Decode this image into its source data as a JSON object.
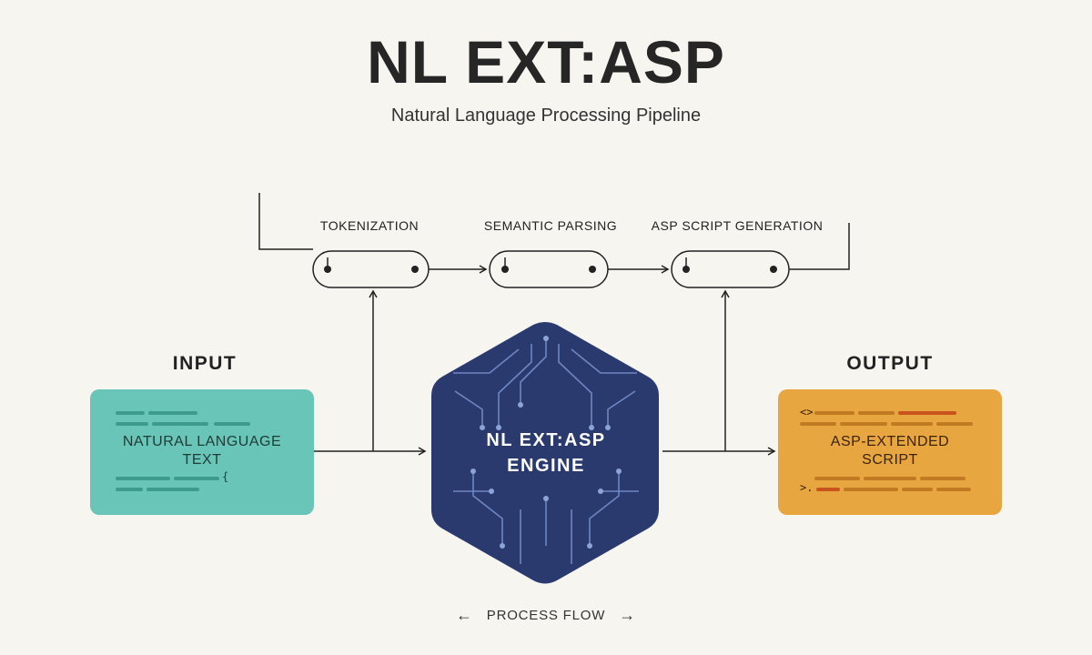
{
  "header": {
    "title": "NL EXT:ASP",
    "subtitle": "Natural Language Processing Pipeline"
  },
  "pipeline": {
    "stages": [
      {
        "label": "TOKENIZATION"
      },
      {
        "label": "SEMANTIC PARSING"
      },
      {
        "label": "ASP SCRIPT GENERATION"
      }
    ]
  },
  "input": {
    "heading": "INPUT",
    "line1": "NATURAL LANGUAGE",
    "line2": "TEXT",
    "brace": "{"
  },
  "engine": {
    "line1": "NL EXT:ASP",
    "line2": "ENGINE",
    "color": "#2a3a6e"
  },
  "output": {
    "heading": "OUTPUT",
    "line1": "ASP-EXTENDED",
    "line2": "SCRIPT",
    "tag_open": "<>",
    "tag_close": ">."
  },
  "footer": {
    "left_arrow": "←",
    "label": "PROCESS FLOW",
    "right_arrow": "→"
  },
  "colors": {
    "background": "#f7f5ef",
    "input_box": "#69c5b8",
    "output_box": "#e7a63f",
    "engine": "#2a3a6e",
    "line": "#222222"
  }
}
